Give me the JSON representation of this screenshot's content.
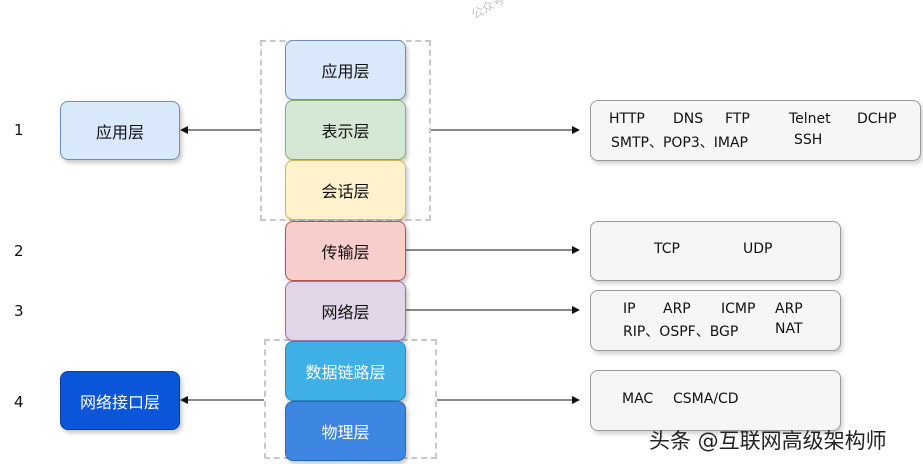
{
  "watermark": "公众号：CS指南",
  "footer": "头条 @互联网高级架构师",
  "numbers": [
    "1",
    "2",
    "3",
    "4"
  ],
  "tcpip_layers": {
    "application": "应用层",
    "network_interface": "网络接口层"
  },
  "osi_layers": {
    "application": "应用层",
    "presentation": "表示层",
    "session": "会话层",
    "transport": "传输层",
    "network": "网络层",
    "datalink": "数据链路层",
    "physical": "物理层"
  },
  "protocols": {
    "application": {
      "row1": [
        "HTTP",
        "DNS",
        "FTP",
        "Telnet",
        "DCHP"
      ],
      "row2": [
        "SMTP、POP3、IMAP",
        "SSH"
      ]
    },
    "transport": [
      "TCP",
      "UDP"
    ],
    "network": {
      "row1": [
        "IP",
        "ARP",
        "ICMP",
        "ARP"
      ],
      "row2": [
        "RIP、OSPF、BGP",
        "NAT"
      ]
    },
    "datalink": [
      "MAC",
      "CSMA/CD"
    ]
  },
  "colors": {
    "app_fill": "#dae8fc",
    "app_border": "#6c8ebf",
    "pres_fill": "#d5e8d4",
    "pres_border": "#82b366",
    "sess_fill": "#fff2cc",
    "sess_border": "#d6b656",
    "trans_fill": "#f8cecc",
    "trans_border": "#b85450",
    "net_fill": "#e1d5e7",
    "net_border": "#9673a6",
    "dl_fill": "#3eb0e6",
    "phys_fill": "#3d86e2",
    "nif_fill": "#0a55d8"
  }
}
